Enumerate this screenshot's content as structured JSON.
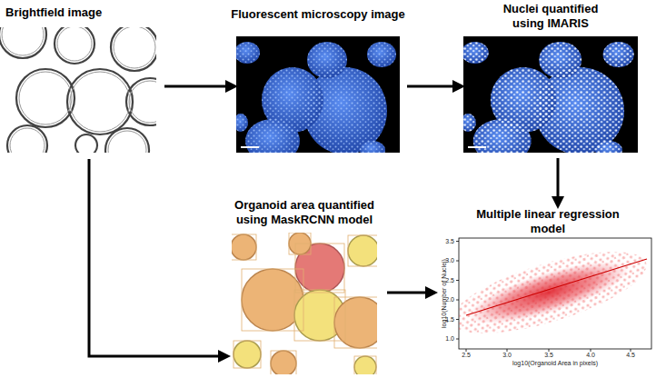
{
  "diagram": {
    "nodes": [
      {
        "text": [
          "Brightfield image"
        ]
      },
      {
        "text": [
          "Fluorescent microscopy image"
        ]
      },
      {
        "text": [
          "Nuclei quantified using IMARIS"
        ]
      },
      {
        "text": [
          "Organoid area quantified using MaskRCNN model"
        ]
      },
      {
        "text": [
          "Multiple linear regression model"
        ]
      }
    ],
    "edges": [
      {
        "from": 0,
        "to": 1,
        "arrow": "to"
      },
      {
        "from": 1,
        "to": 2,
        "arrow": "to"
      },
      {
        "from": 2,
        "to": 4,
        "arrow": "to"
      },
      {
        "from": 0,
        "to": 3,
        "arrow": "to"
      },
      {
        "from": 3,
        "to": 4,
        "arrow": "to"
      }
    ],
    "labels": [
      "log10(Number of Nuclei)",
      "log10(Organoid Area in pixels)",
      "2.5",
      "3.0",
      "3.5",
      "4.0",
      "4.5",
      "1.0",
      "1.5",
      "2.0",
      "2.5",
      "3.0",
      "3.5"
    ]
  }
}
